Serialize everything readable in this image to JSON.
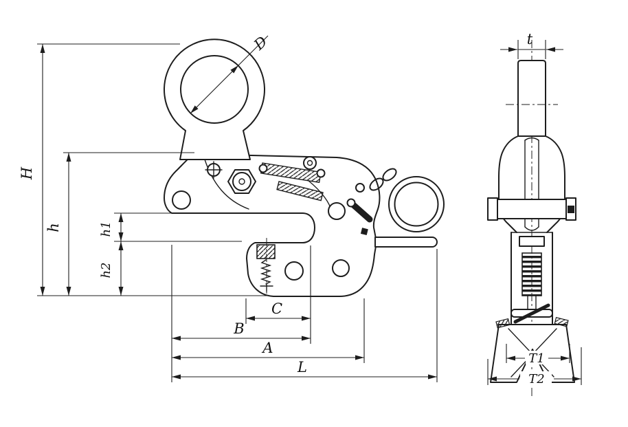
{
  "page": {
    "background": "#ffffff"
  },
  "drawing": {
    "line_color": "#1d1d1d",
    "front_view": {
      "labels": {
        "D": "D",
        "H": "H",
        "h": "h",
        "h1": "h1",
        "h2": "h2",
        "C": "C",
        "B": "B",
        "A": "A",
        "L": "L"
      }
    },
    "side_view": {
      "labels": {
        "t": "t",
        "T1": "T1",
        "T2": "T2"
      }
    }
  }
}
